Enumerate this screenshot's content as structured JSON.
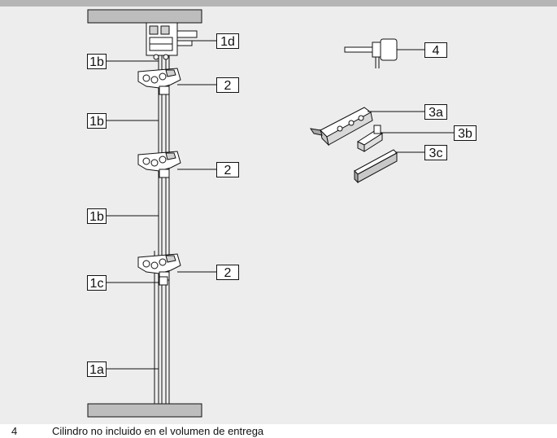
{
  "callouts": {
    "c_1d": "1d",
    "c_1b_top": "1b",
    "c_2_top": "2",
    "c_1b_mid": "1b",
    "c_2_mid": "2",
    "c_1b_low": "1b",
    "c_2_low": "2",
    "c_1c": "1c",
    "c_1a": "1a",
    "c_4": "4",
    "c_3a": "3a",
    "c_3b": "3b",
    "c_3c": "3c"
  },
  "footnote": {
    "key": "4",
    "text": "Cilindro no incluido en el volumen de entrega"
  },
  "colors": {
    "panel_background": "#ededed",
    "top_band": "#b5b5b5",
    "frame_bar": "#bdbdbd",
    "line": "#111111"
  }
}
